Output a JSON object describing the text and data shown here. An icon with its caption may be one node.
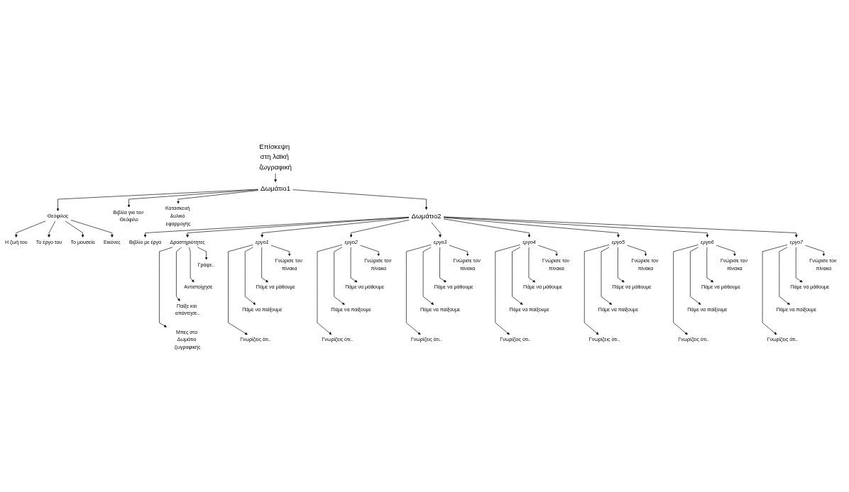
{
  "diagram": {
    "nodes": [
      {
        "text": [
          "Επίσκεψη στη λαϊκή ζωγραφική"
        ]
      },
      {
        "text": [
          "Δωμάτιο1"
        ]
      },
      {
        "text": [
          "Θεόφιλος"
        ]
      },
      {
        "text": [
          "Βιβλία για τον Θεόφιλο"
        ]
      },
      {
        "text": [
          "Κατασκευή &υλικό εφαρμογής"
        ]
      },
      {
        "text": [
          "Η ζωή του"
        ]
      },
      {
        "text": [
          "Το έργο του"
        ]
      },
      {
        "text": [
          "Το μουσείο"
        ]
      },
      {
        "text": [
          "Εικόνες"
        ]
      },
      {
        "text": [
          "Δωμάτιο2"
        ]
      },
      {
        "text": [
          "Βιβλίο με έργα"
        ]
      },
      {
        "text": [
          "Δραστηριότητες"
        ]
      },
      {
        "text": [
          "Γράψε.."
        ]
      },
      {
        "text": [
          "Αντιστοίχησε"
        ]
      },
      {
        "text": [
          "Παίξε και απάντησε.."
        ]
      },
      {
        "text": [
          "Μπες στο Δωμάτιο ζωγραφικής"
        ]
      },
      {
        "text": [
          "εργο1"
        ]
      },
      {
        "text": [
          "Γνώρισε τον πίνακα"
        ]
      },
      {
        "text": [
          "Πάμε να μάθουμε"
        ]
      },
      {
        "text": [
          "Πάμε να παίξουμε"
        ]
      },
      {
        "text": [
          "Γνωρίζεις ότι.."
        ]
      },
      {
        "text": [
          "εργο2"
        ]
      },
      {
        "text": [
          "Γνώρισε τον πίνακα"
        ]
      },
      {
        "text": [
          "Πάμε να μάθουμε"
        ]
      },
      {
        "text": [
          "Πάμε να παίξουμε"
        ]
      },
      {
        "text": [
          "Γνωρίζεις ότι.."
        ]
      },
      {
        "text": [
          "εργο3"
        ]
      },
      {
        "text": [
          "Γνώρισε τον πίνακα"
        ]
      },
      {
        "text": [
          "Πάμε να μάθουμε"
        ]
      },
      {
        "text": [
          "Πάμε να παίξουμε"
        ]
      },
      {
        "text": [
          "Γνωρίζεις ότι.."
        ]
      },
      {
        "text": [
          "εργο4"
        ]
      },
      {
        "text": [
          "Γνώρισε τον πίνακα"
        ]
      },
      {
        "text": [
          "Πάμε να μάθουμε"
        ]
      },
      {
        "text": [
          "Πάμε να παίξουμε"
        ]
      },
      {
        "text": [
          "Γνωρίζεις ότι.."
        ]
      },
      {
        "text": [
          "εργο5"
        ]
      },
      {
        "text": [
          "Γνώρισε τον πίνακα"
        ]
      },
      {
        "text": [
          "Πάμε να μάθουμε"
        ]
      },
      {
        "text": [
          "Πάμε να παίξουμε"
        ]
      },
      {
        "text": [
          "Γνωρίζεις ότι.."
        ]
      },
      {
        "text": [
          "εργο6"
        ]
      },
      {
        "text": [
          "Γνώρισε τον πίνακα"
        ]
      },
      {
        "text": [
          "Πάμε να μάθουμε"
        ]
      },
      {
        "text": [
          "Πάμε να παίξουμε"
        ]
      },
      {
        "text": [
          "Γνωρίζεις ότι.."
        ]
      },
      {
        "text": [
          "εργο7"
        ]
      },
      {
        "text": [
          "Γνώρισε τον πίνακα"
        ]
      },
      {
        "text": [
          "Πάμε να μάθουμε"
        ]
      },
      {
        "text": [
          "Πάμε να παίξουμε"
        ]
      },
      {
        "text": [
          "Γνωρίζεις ότι.."
        ]
      }
    ],
    "edges": [
      {
        "from": 0,
        "to": 1,
        "arrow": "to"
      },
      {
        "from": 1,
        "to": 2,
        "arrow": "to"
      },
      {
        "from": 1,
        "to": 9,
        "arrow": "to"
      },
      {
        "from": 1,
        "to": 3,
        "arrow": "to"
      },
      {
        "from": 1,
        "to": 4,
        "arrow": "to"
      },
      {
        "from": 2,
        "to": 5,
        "arrow": "to"
      },
      {
        "from": 2,
        "to": 6,
        "arrow": "to"
      },
      {
        "from": 2,
        "to": 7,
        "arrow": "to"
      },
      {
        "from": 2,
        "to": 8,
        "arrow": "to"
      },
      {
        "from": 9,
        "to": 10,
        "arrow": "to"
      },
      {
        "from": 9,
        "to": 11,
        "arrow": "to"
      },
      {
        "from": 11,
        "to": 12,
        "arrow": "to"
      },
      {
        "from": 11,
        "to": 13,
        "arrow": "to"
      },
      {
        "from": 11,
        "to": 14,
        "arrow": "to"
      },
      {
        "from": 11,
        "to": 15,
        "arrow": "to"
      },
      {
        "from": 9,
        "to": 16,
        "arrow": "to"
      },
      {
        "from": 9,
        "to": 21,
        "arrow": "to"
      },
      {
        "from": 9,
        "to": 26,
        "arrow": "to"
      },
      {
        "from": 9,
        "to": 31,
        "arrow": "to"
      },
      {
        "from": 9,
        "to": 36,
        "arrow": "to"
      },
      {
        "from": 9,
        "to": 41,
        "arrow": "to"
      },
      {
        "from": 9,
        "to": 46,
        "arrow": "to"
      },
      {
        "from": 16,
        "to": 17,
        "arrow": "to"
      },
      {
        "from": 16,
        "to": 18,
        "arrow": "to"
      },
      {
        "from": 16,
        "to": 19,
        "arrow": "to"
      },
      {
        "from": 16,
        "to": 20,
        "arrow": "to"
      },
      {
        "from": 21,
        "to": 22,
        "arrow": "to"
      },
      {
        "from": 21,
        "to": 23,
        "arrow": "to"
      },
      {
        "from": 21,
        "to": 24,
        "arrow": "to"
      },
      {
        "from": 21,
        "to": 25,
        "arrow": "to"
      },
      {
        "from": 26,
        "to": 27,
        "arrow": "to"
      },
      {
        "from": 26,
        "to": 28,
        "arrow": "to"
      },
      {
        "from": 26,
        "to": 29,
        "arrow": "to"
      },
      {
        "from": 26,
        "to": 30,
        "arrow": "to"
      },
      {
        "from": 31,
        "to": 32,
        "arrow": "to"
      },
      {
        "from": 31,
        "to": 33,
        "arrow": "to"
      },
      {
        "from": 31,
        "to": 34,
        "arrow": "to"
      },
      {
        "from": 31,
        "to": 35,
        "arrow": "to"
      },
      {
        "from": 36,
        "to": 37,
        "arrow": "to"
      },
      {
        "from": 36,
        "to": 38,
        "arrow": "to"
      },
      {
        "from": 36,
        "to": 39,
        "arrow": "to"
      },
      {
        "from": 36,
        "to": 40,
        "arrow": "to"
      },
      {
        "from": 41,
        "to": 42,
        "arrow": "to"
      },
      {
        "from": 41,
        "to": 43,
        "arrow": "to"
      },
      {
        "from": 41,
        "to": 44,
        "arrow": "to"
      },
      {
        "from": 41,
        "to": 45,
        "arrow": "to"
      },
      {
        "from": 46,
        "to": 47,
        "arrow": "to"
      },
      {
        "from": 46,
        "to": 48,
        "arrow": "to"
      },
      {
        "from": 46,
        "to": 49,
        "arrow": "to"
      },
      {
        "from": 46,
        "to": 50,
        "arrow": "to"
      }
    ]
  }
}
